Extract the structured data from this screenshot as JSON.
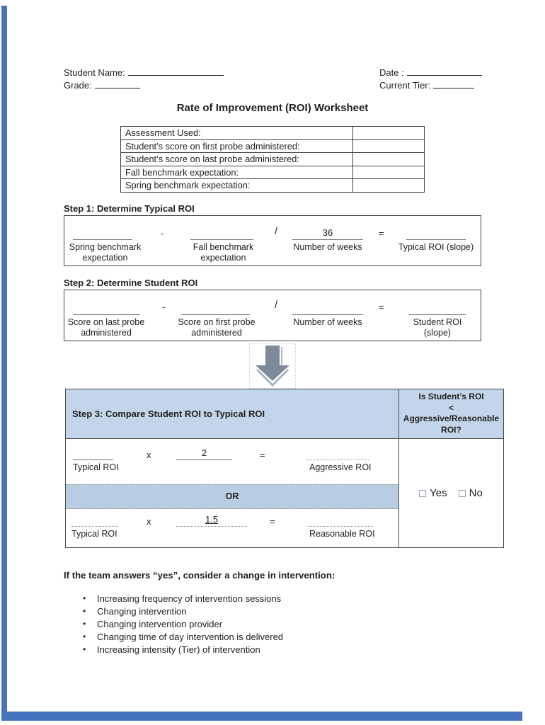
{
  "header": {
    "student_name_label": "Student Name:",
    "grade_label": "Grade:",
    "date_label": "Date :",
    "current_tier_label": "Current Tier:"
  },
  "title": "Rate of Improvement (ROI) Worksheet",
  "assessment_table": {
    "rows": [
      {
        "label": "Assessment Used:",
        "value": ""
      },
      {
        "label": "Student’s score on first probe administered:",
        "value": ""
      },
      {
        "label": "Student’s score on last probe administered:",
        "value": ""
      },
      {
        "label": "Fall benchmark expectation:",
        "value": ""
      },
      {
        "label": "Spring benchmark expectation:",
        "value": ""
      }
    ]
  },
  "step1": {
    "heading": "Step 1: Determine Typical ROI",
    "minuend_label": "Spring benchmark\nexpectation",
    "minus": "-",
    "subtrahend_label": "Fall benchmark\nexpectation",
    "divide": "/",
    "weeks_value": "36",
    "weeks_label": "Number of weeks",
    "equals": "=",
    "result_label": "Typical ROI (slope)"
  },
  "step2": {
    "heading": "Step 2: Determine Student ROI",
    "minuend_label": "Score on last probe\nadministered",
    "minus": "-",
    "subtrahend_label": "Score on first probe\nadministered",
    "divide": "/",
    "weeks_label": "Number of weeks",
    "equals": "=",
    "result_label": "Student ROI\n(slope)"
  },
  "step3": {
    "heading": "Step 3: Compare Student ROI to Typical ROI",
    "question": "Is Student’s ROI\n<\nAggressive/Reasonable\nROI?",
    "row_aggressive": {
      "left_label": "Typical ROI",
      "times": "x",
      "multiplier": "2",
      "equals": "=",
      "right_label": "Aggressive ROI"
    },
    "or_text": "OR",
    "row_reasonable": {
      "left_label": "Typical ROI",
      "times": "x",
      "multiplier": "1.5",
      "equals": "=",
      "right_label": "Reasonable ROI"
    },
    "yes_label": "Yes",
    "no_label": "No"
  },
  "footer": {
    "heading": "If the team answers “yes”, consider a change in intervention:",
    "bullets": [
      "Increasing frequency of intervention sessions",
      "Changing intervention",
      "Changing intervention provider",
      "Changing time of day intervention is delivered",
      "Increasing intensity (Tier) of intervention"
    ]
  },
  "colors": {
    "header_blue": "#c3d5ea",
    "or_bar_blue": "#b8cce4",
    "edge_blue": "#4573bd",
    "arrow_gray": "#7e8a99"
  }
}
